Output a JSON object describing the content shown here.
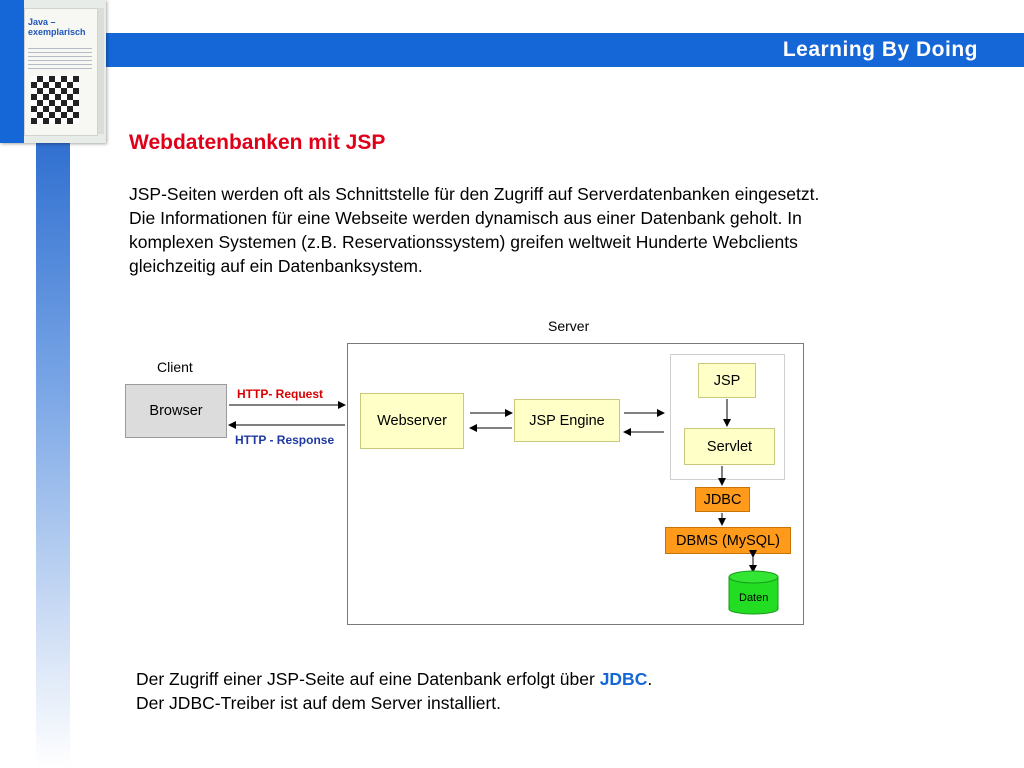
{
  "header": {
    "title": "Learning By Doing",
    "bar_color": "#1566d6"
  },
  "book": {
    "title": "Java – exemplarisch"
  },
  "slide": {
    "title": "Webdatenbanken mit JSP",
    "intro": [
      "JSP-Seiten werden oft als Schnittstelle für den Zugriff auf Serverdatenbanken eingesetzt.",
      "Die Informationen für eine Webseite werden dynamisch aus einer Datenbank geholt. In",
      "komplexen Systemen (z.B. Reservationssystem) greifen weltweit Hunderte Webclients",
      "gleichzeitig auf ein Datenbanksystem."
    ],
    "title_color": "#e0001a"
  },
  "diagram": {
    "client_label": "Client",
    "server_label": "Server",
    "browser": "Browser",
    "http_request": "HTTP- Request",
    "http_response": "HTTP - Response",
    "webserver": "Webserver",
    "jsp_engine": "JSP Engine",
    "jsp": "JSP",
    "servlet": "Servlet",
    "jdbc": "JDBC",
    "dbms": "DBMS (MySQL)",
    "daten": "Daten",
    "colors": {
      "component": "#ffffc8",
      "driver": "#ff9a1a",
      "database": "#22dd22",
      "request": "#d80000",
      "response": "#1f3aa0"
    }
  },
  "footer": {
    "line1_prefix": "Der Zugriff einer JSP-Seite auf eine Datenbank erfolgt über ",
    "line1_highlight": "JDBC",
    "line1_suffix": ".",
    "line2": "Der JDBC-Treiber ist auf dem Server installiert."
  }
}
